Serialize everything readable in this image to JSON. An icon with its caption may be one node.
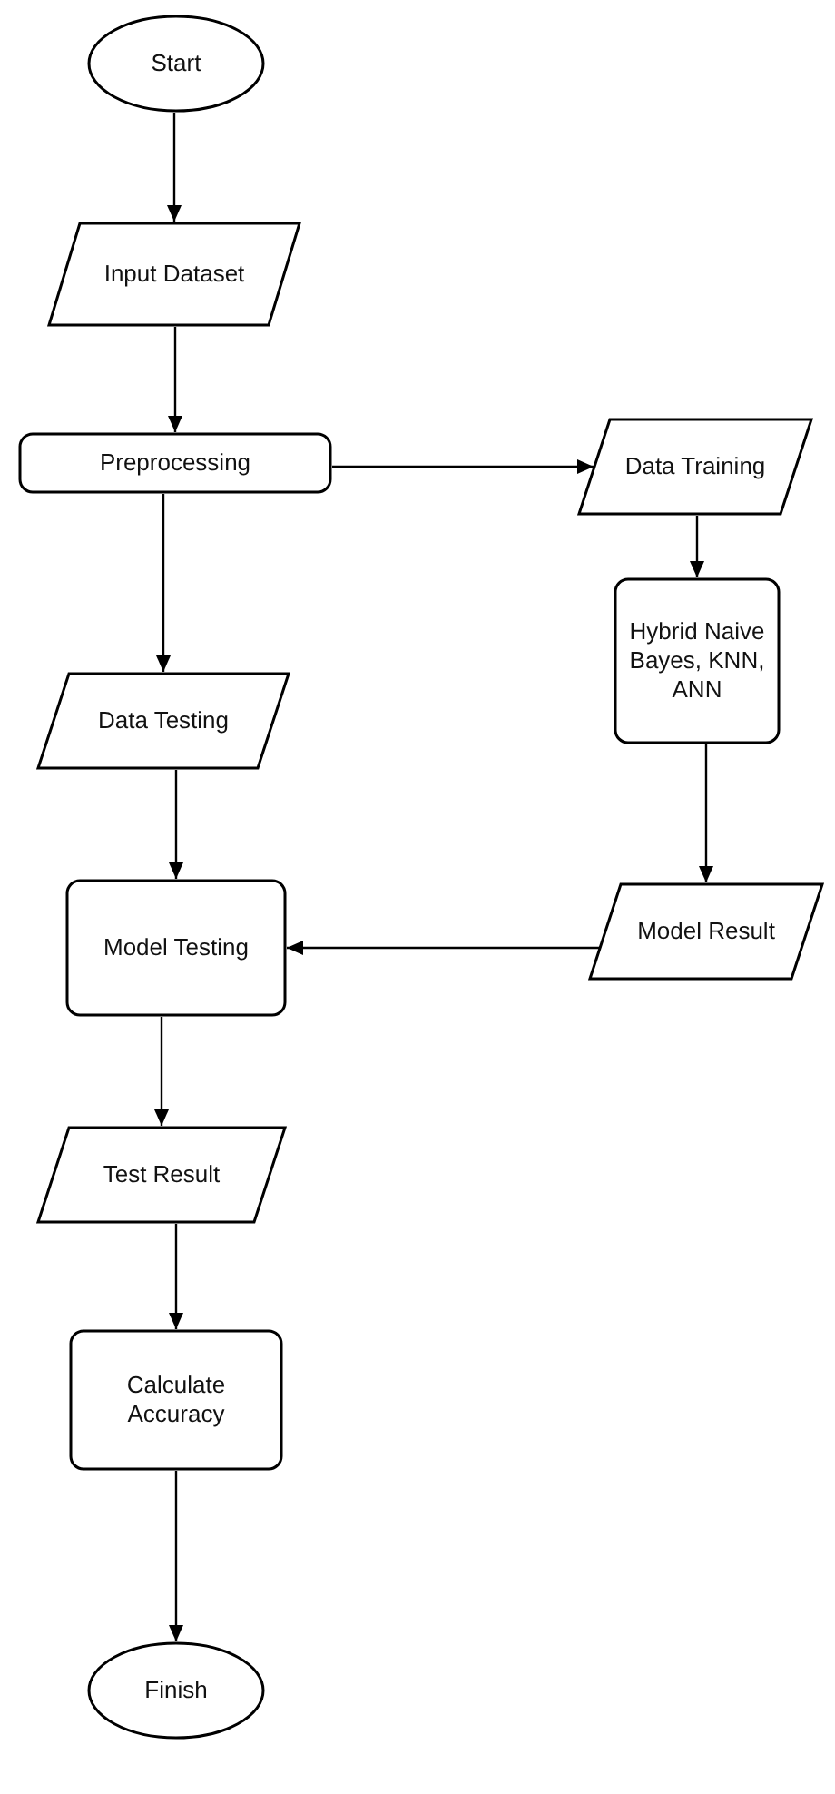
{
  "diagram": {
    "nodes": [
      {
        "text": [
          "Start"
        ]
      },
      {
        "text": [
          "Input Dataset"
        ]
      },
      {
        "text": [
          "Preprocessing"
        ]
      },
      {
        "text": [
          "Data Training"
        ]
      },
      {
        "text": [
          "Hybrid Naive Bayes, KNN, ANN"
        ]
      },
      {
        "text": [
          "Data Testing"
        ]
      },
      {
        "text": [
          "Model Testing"
        ]
      },
      {
        "text": [
          "Model Result"
        ]
      },
      {
        "text": [
          "Test Result"
        ]
      },
      {
        "text": [
          "Calculate Accuracy"
        ]
      },
      {
        "text": [
          "Finish"
        ]
      }
    ],
    "edges": [
      {
        "from": 0,
        "to": 1,
        "arrow": "to"
      },
      {
        "from": 1,
        "to": 2,
        "arrow": "to"
      },
      {
        "from": 2,
        "to": 3,
        "arrow": "to"
      },
      {
        "from": 3,
        "to": 4,
        "arrow": "to"
      },
      {
        "from": 2,
        "to": 5,
        "arrow": "to"
      },
      {
        "from": 5,
        "to": 6,
        "arrow": "to"
      },
      {
        "from": 4,
        "to": 7,
        "arrow": "to"
      },
      {
        "from": 7,
        "to": 6,
        "arrow": "to"
      },
      {
        "from": 6,
        "to": 8,
        "arrow": "to"
      },
      {
        "from": 8,
        "to": 9,
        "arrow": "to"
      },
      {
        "from": 9,
        "to": 10,
        "arrow": "to"
      }
    ]
  }
}
